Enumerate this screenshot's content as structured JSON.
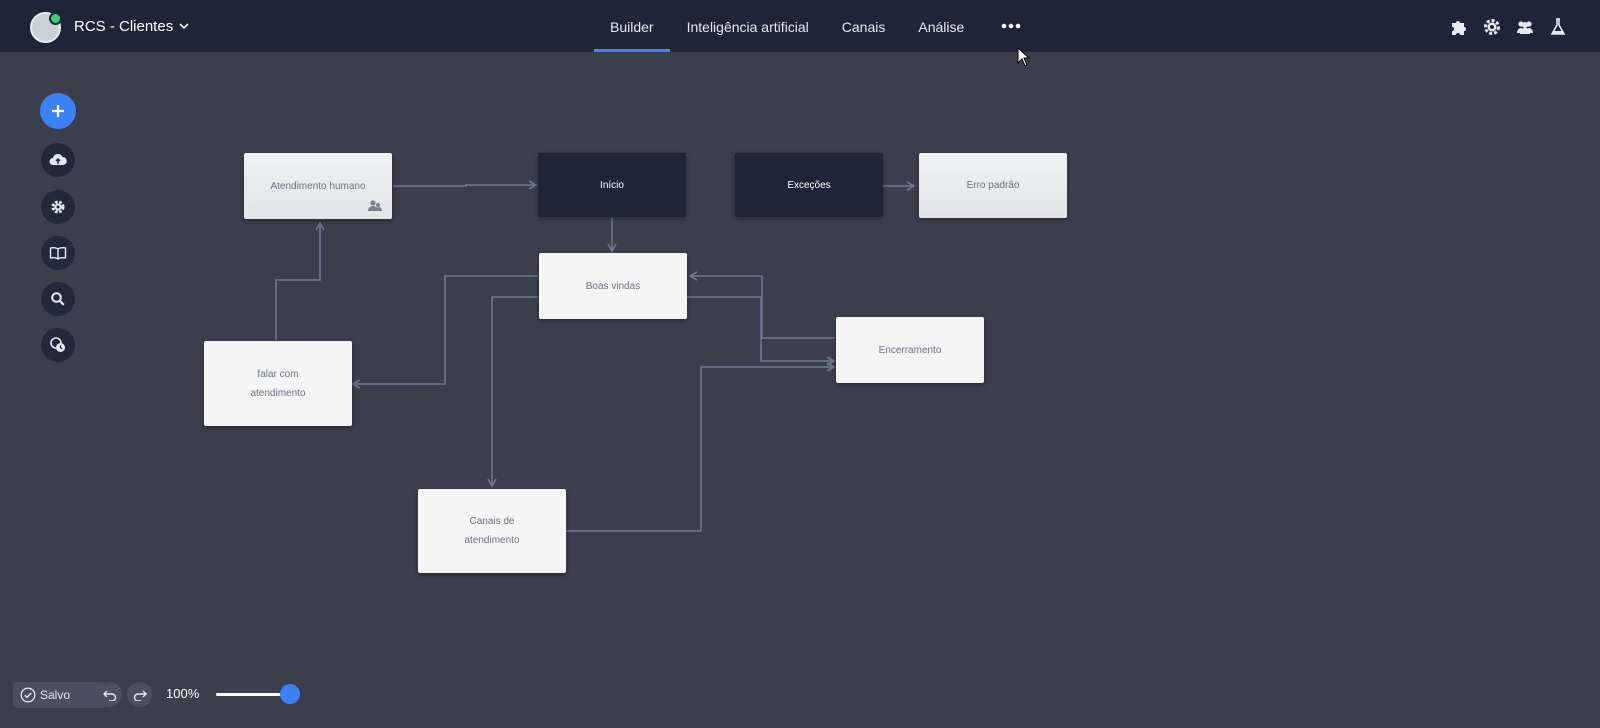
{
  "header": {
    "bot_name": "RCS - Clientes",
    "tabs": [
      {
        "label": "Builder",
        "active": true
      },
      {
        "label": "Inteligência artificial",
        "active": false
      },
      {
        "label": "Canais",
        "active": false
      },
      {
        "label": "Análise",
        "active": false
      }
    ],
    "right_icons": [
      "extensions-icon",
      "settings-icon",
      "team-icon",
      "lab-icon"
    ]
  },
  "sidebar": {
    "buttons": [
      "add-icon",
      "cloud-upload-icon",
      "settings-icon",
      "book-icon",
      "search-icon",
      "history-icon"
    ]
  },
  "flow": {
    "nodes": [
      {
        "id": "atendimento",
        "label": "Atendimento humano",
        "style": "grey",
        "badge": "team-icon"
      },
      {
        "id": "inicio",
        "label": "Início",
        "style": "dark"
      },
      {
        "id": "excecoes",
        "label": "Exceções",
        "style": "dark"
      },
      {
        "id": "erro",
        "label": "Erro padrão",
        "style": "grey"
      },
      {
        "id": "boas",
        "label": "Boas vindas",
        "style": "light"
      },
      {
        "id": "encerramento",
        "label": "Encerramento",
        "style": "light"
      },
      {
        "id": "falar",
        "label": "falar com\natendimento",
        "style": "light"
      },
      {
        "id": "canais",
        "label": "Canais de\natendimento",
        "style": "light"
      }
    ]
  },
  "footer": {
    "status": "Salvo",
    "zoom": "100%",
    "zoom_level": 1.0
  },
  "colors": {
    "canvas": "#3a3f4b",
    "topbar": "#1f2538",
    "accent": "#3b82f6",
    "edge": "#6d7891"
  }
}
